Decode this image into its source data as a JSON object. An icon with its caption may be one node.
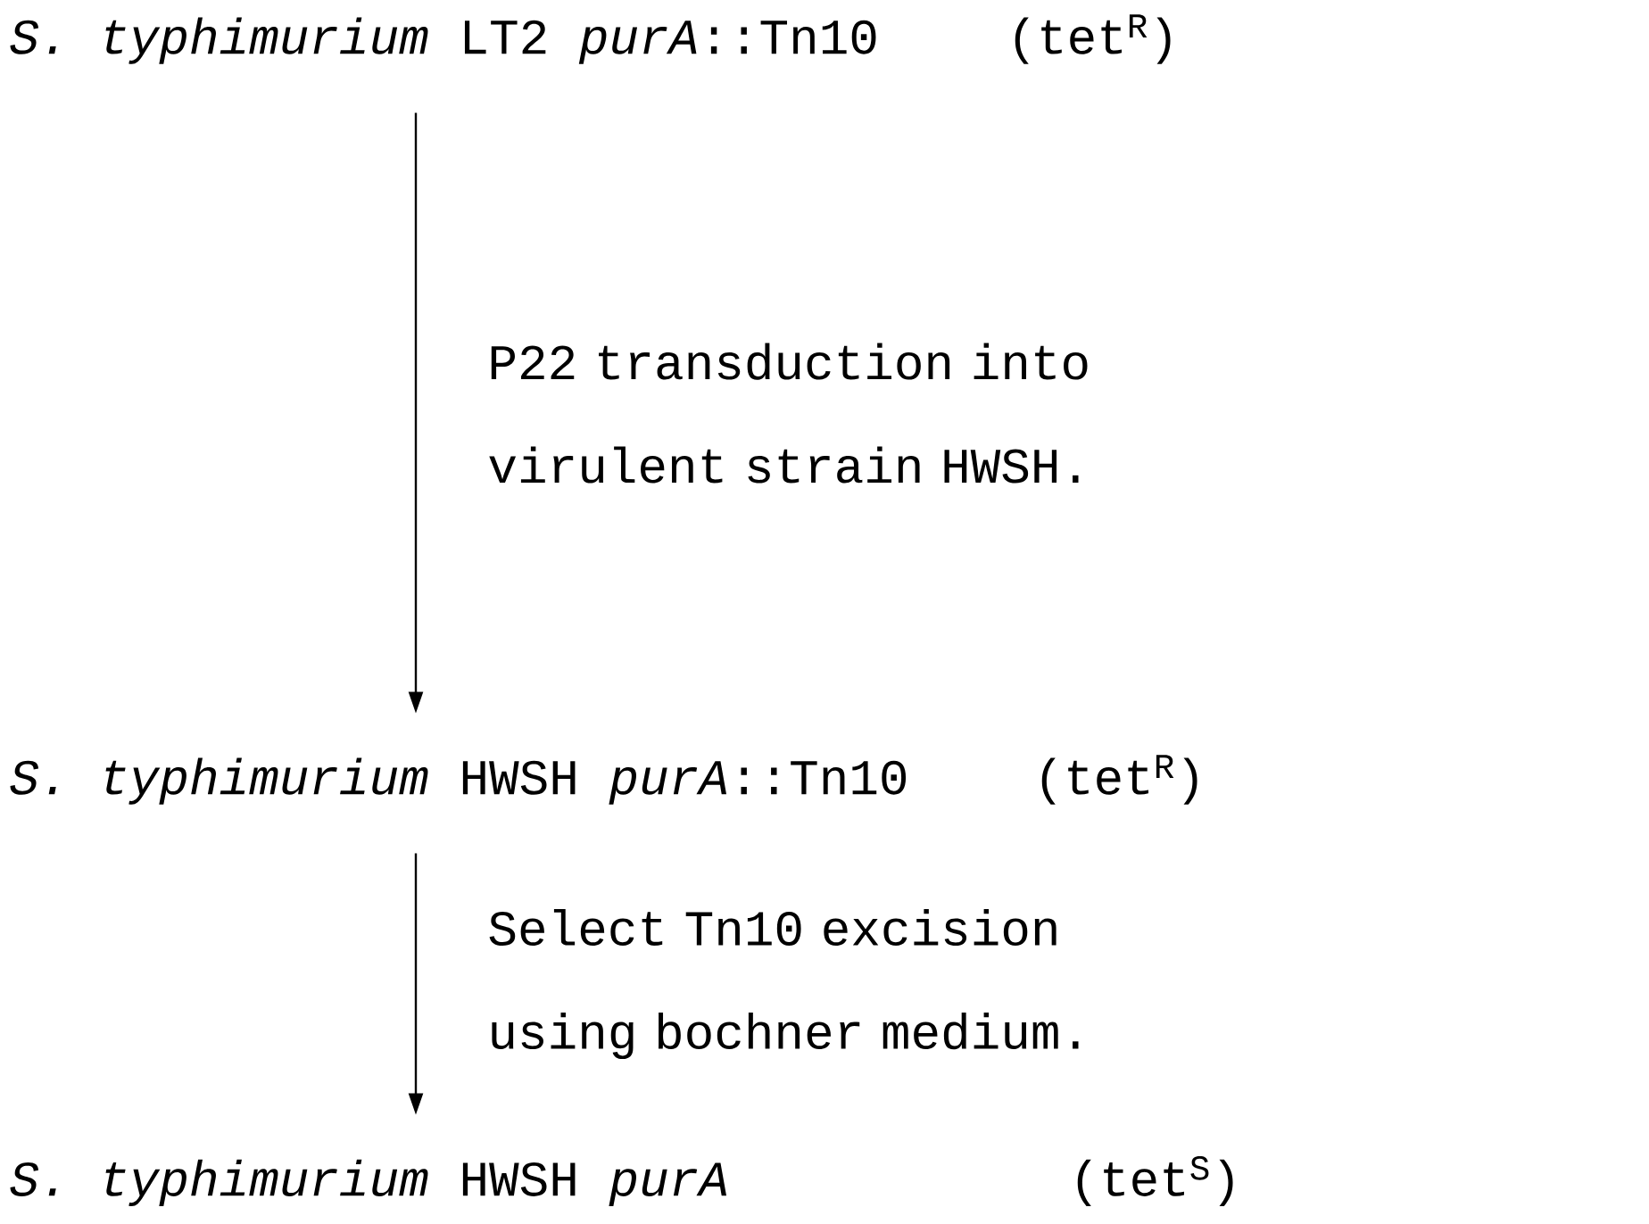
{
  "diagram": {
    "nodes": [
      {
        "text": [
          "*S. typhimurium* LT2 *purA*::Tn10",
          "(tet$^{R}$)"
        ]
      },
      {
        "text": [
          "*S. typhimurium* HWSH *purA*::Tn10",
          "(tet$^{R}$)"
        ]
      },
      {
        "text": [
          "*S. typhimurium* HWSH *purA*",
          "(tet$^{S}$)"
        ]
      }
    ],
    "edges": [
      {
        "from": 0,
        "to": 1,
        "arrow": "to",
        "label": "P22 transduction into virulent strain HWSH."
      },
      {
        "from": 1,
        "to": 2,
        "arrow": "to",
        "label": "Select Tn10 excision using bochner medium."
      }
    ]
  }
}
